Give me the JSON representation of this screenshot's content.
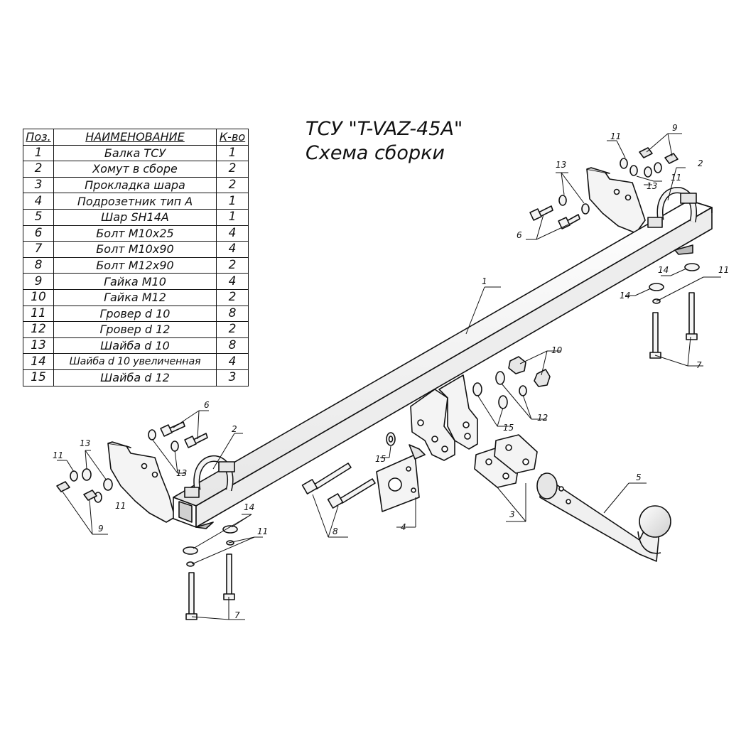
{
  "title": {
    "line1": "ТСУ \"T-VAZ-45A\"",
    "line2": "Схема сборки"
  },
  "table": {
    "headers": {
      "pos": "Поз.",
      "name": "НАИМЕНОВАНИЕ",
      "qty": "К-во"
    },
    "rows": [
      {
        "pos": "1",
        "name": "Балка ТСУ",
        "qty": "1"
      },
      {
        "pos": "2",
        "name": "Хомут в сборе",
        "qty": "2"
      },
      {
        "pos": "3",
        "name": "Прокладка шара",
        "qty": "2"
      },
      {
        "pos": "4",
        "name": "Подрозетник тип А",
        "qty": "1"
      },
      {
        "pos": "5",
        "name": "Шар SH14A",
        "qty": "1"
      },
      {
        "pos": "6",
        "name": "Болт М10х25",
        "qty": "4"
      },
      {
        "pos": "7",
        "name": "Болт М10х90",
        "qty": "4"
      },
      {
        "pos": "8",
        "name": "Болт М12х90",
        "qty": "2"
      },
      {
        "pos": "9",
        "name": "Гайка М10",
        "qty": "4"
      },
      {
        "pos": "10",
        "name": "Гайка М12",
        "qty": "2"
      },
      {
        "pos": "11",
        "name": "Гровер d 10",
        "qty": "8"
      },
      {
        "pos": "12",
        "name": "Гровер d 12",
        "qty": "2"
      },
      {
        "pos": "13",
        "name": "Шайба d 10",
        "qty": "8"
      },
      {
        "pos": "14",
        "name": "Шайба d 10 увеличенная",
        "qty": "4"
      },
      {
        "pos": "15",
        "name": "Шайба d 12",
        "qty": "3"
      }
    ]
  },
  "callouts": {
    "c1": "1",
    "c2a": "2",
    "c2b": "2",
    "c3": "3",
    "c4": "4",
    "c5": "5",
    "c6a": "6",
    "c6b": "6",
    "c7a": "7",
    "c7b": "7",
    "c8": "8",
    "c9a": "9",
    "c9b": "9",
    "c10": "10",
    "c11a": "11",
    "c11b": "11",
    "c11c": "11",
    "c11d": "11",
    "c11e": "11",
    "c11f": "11",
    "c12": "12",
    "c13a": "13",
    "c13b": "13",
    "c13c": "13",
    "c13d": "13",
    "c14a": "14",
    "c14b": "14",
    "c14c": "14",
    "c15a": "15",
    "c15b": "15"
  },
  "colors": {
    "line": "#111111",
    "part_fill": "#f2f2f2",
    "shadow": "#bdbdbd",
    "steel": "#d8d8d8"
  }
}
